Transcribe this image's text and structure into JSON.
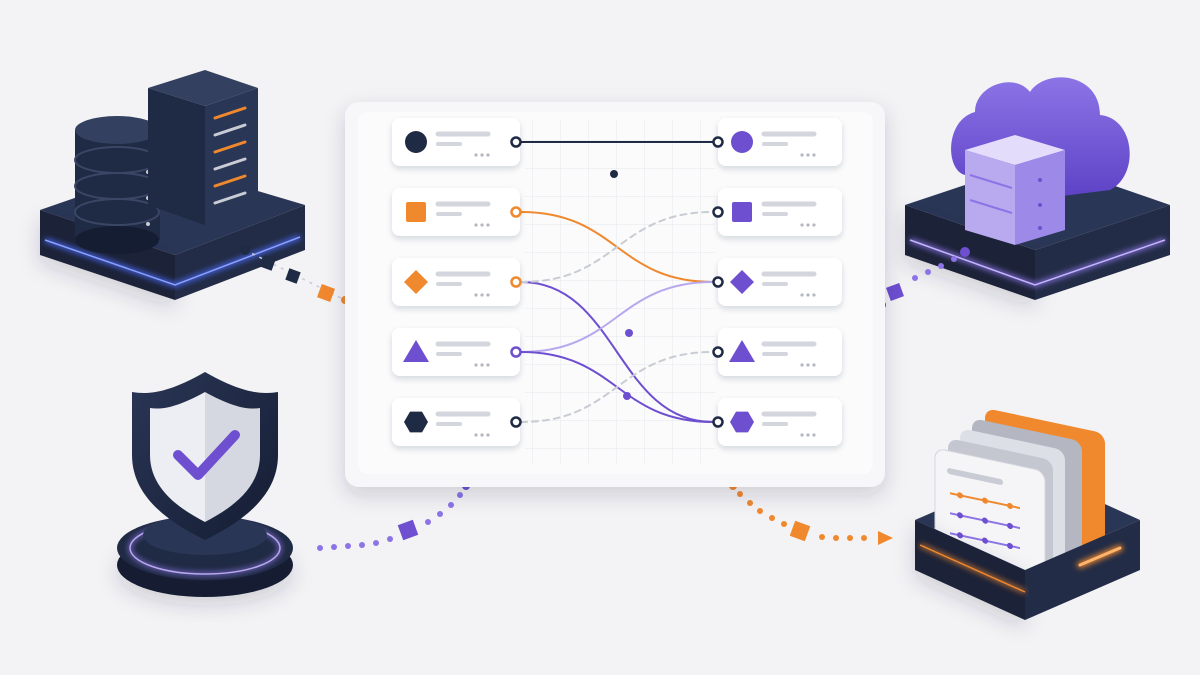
{
  "colors": {
    "background": "#f3f3f5",
    "navy": "#1f2a44",
    "navy_dark": "#151d33",
    "purple": "#6d4fd0",
    "purple_light": "#8c74e6",
    "orange": "#f0882e",
    "panel": "#fbfbfc",
    "card": "#ffffff",
    "placeholder_line": "#d4d6de",
    "glow_blue": "#4b6cff"
  },
  "nodes": {
    "left": [
      {
        "shape": "circle",
        "color": "#1f2a44"
      },
      {
        "shape": "square",
        "color": "#f0882e"
      },
      {
        "shape": "diamond",
        "color": "#f0882e"
      },
      {
        "shape": "triangle",
        "color": "#6d4fd0"
      },
      {
        "shape": "hexagon",
        "color": "#1f2a44"
      }
    ],
    "right": [
      {
        "shape": "circle",
        "color": "#6d4fd0"
      },
      {
        "shape": "square",
        "color": "#6d4fd0"
      },
      {
        "shape": "diamond",
        "color": "#6d4fd0"
      },
      {
        "shape": "triangle",
        "color": "#6d4fd0"
      },
      {
        "shape": "hexagon",
        "color": "#6d4fd0"
      }
    ]
  },
  "connections": [
    {
      "from": 0,
      "to": 0,
      "color": "#1f2a44",
      "style": "solid"
    },
    {
      "from": 1,
      "to": 2,
      "color": "#f0882e",
      "style": "solid"
    },
    {
      "from": 2,
      "to": 4,
      "color": "#6d4fd0",
      "style": "solid"
    },
    {
      "from": 3,
      "to": 2,
      "color": "#b8a8ee",
      "style": "solid"
    },
    {
      "from": 3,
      "to": 4,
      "color": "#6d4fd0",
      "style": "solid"
    },
    {
      "from": 2,
      "to": 1,
      "color": "#c9ccd4",
      "style": "dashed"
    },
    {
      "from": 4,
      "to": 3,
      "color": "#c9ccd4",
      "style": "dashed"
    }
  ],
  "icons": [
    "database-server-icon",
    "cloud-server-icon",
    "security-shield-icon",
    "document-archive-icon"
  ]
}
